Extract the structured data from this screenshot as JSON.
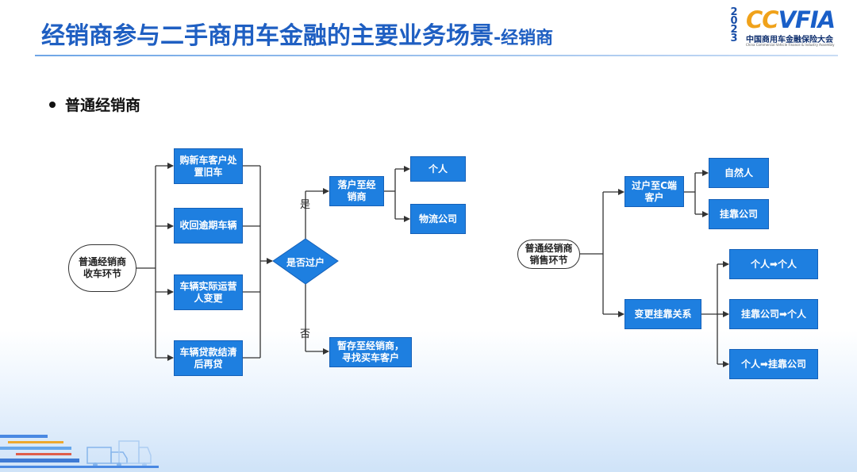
{
  "header": {
    "title": "经销商参与二手商用车金融的主要业务场景",
    "title_suffix": "-经销商"
  },
  "logo": {
    "year": "2023",
    "brand_a": "CC",
    "brand_b": "VFIA",
    "cn_name": "中国商用车金融保险大会",
    "en_name": "China Commercial Vehicle Finance & Industry Assembly"
  },
  "section": {
    "bullet": "普通经销商"
  },
  "left_flow": {
    "root": "普通经销商收车环节",
    "sources": [
      "购新车客户处置旧车",
      "收回逾期车辆",
      "车辆实际运营人变更",
      "车辆贷款结清后再贷"
    ],
    "decision": "是否过户",
    "yes_label": "是",
    "no_label": "否",
    "yes_target": "落户至经销商",
    "yes_children": [
      "个人",
      "物流公司"
    ],
    "no_target": "暂存至经销商，寻找买车客户"
  },
  "right_flow": {
    "root": "普通经销商销售环节",
    "branch_a": "过户至C端客户",
    "branch_a_children": [
      "自然人",
      "挂靠公司"
    ],
    "branch_b": "变更挂靠关系",
    "branch_b_children": [
      "个人➡个人",
      "挂靠公司➡个人",
      "个人➡挂靠公司"
    ]
  },
  "colors": {
    "box": "#1e7fe0",
    "title": "#1f5fc2",
    "line": "#333333"
  }
}
